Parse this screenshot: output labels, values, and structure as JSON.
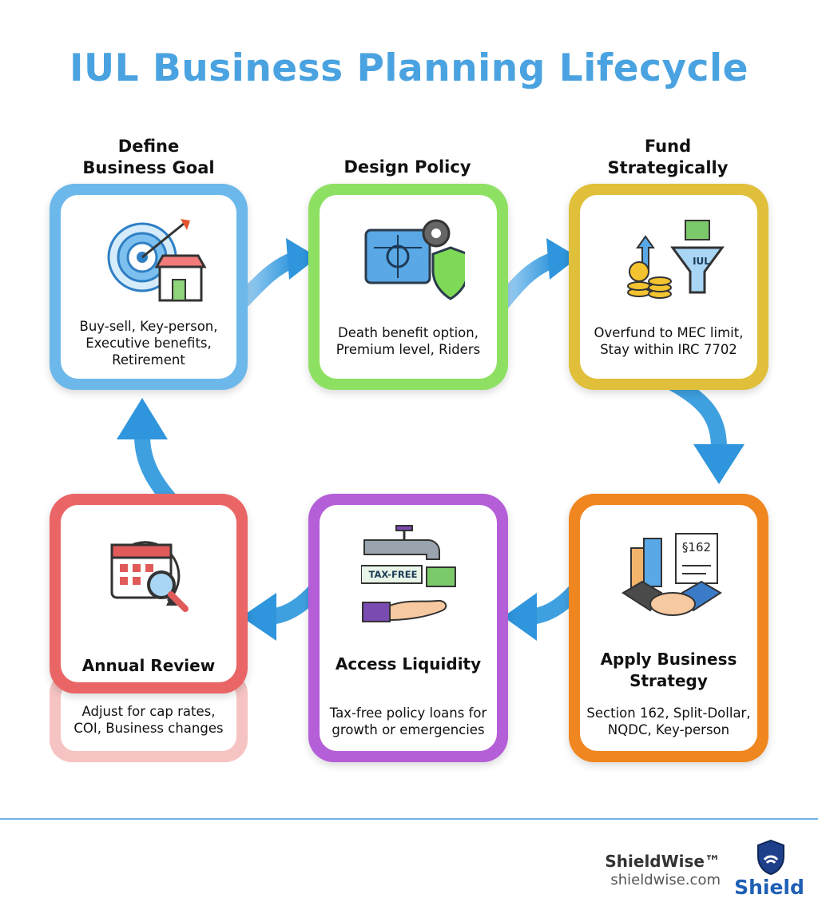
{
  "title": "IUL Business Planning Lifecycle",
  "steps": [
    {
      "label": "Define\nBusiness Goal",
      "desc": "Buy-sell, Key-person,\nExecutive benefits,\nRetirement",
      "color": "#6db8ea"
    },
    {
      "label": "Design Policy",
      "desc": "Death benefit option,\nPremium level, Riders",
      "color": "#8ee062"
    },
    {
      "label": "Fund\nStrategically",
      "desc": "Overfund to MEC limit,\nStay within IRC 7702",
      "color": "#e0bf3a",
      "icon_text": "IUL"
    },
    {
      "label": "Apply Business\nStrategy",
      "desc": "Section 162, Split-Dollar,\nNQDC, Key-person",
      "color": "#f0861f",
      "icon_text": "§162"
    },
    {
      "label": "Access Liquidity",
      "desc": "Tax-free policy loans for\ngrowth or emergencies",
      "color": "#b45ed8",
      "icon_text": "TAX-FREE"
    },
    {
      "label": "Annual Review",
      "desc": "Adjust for cap rates,\nCOI, Business changes",
      "color": "#ea6666"
    }
  ],
  "arrow_color": "#3fa0e0",
  "brand": {
    "name": "ShieldWise™",
    "url": "shieldwise.com",
    "logo_text": "Shield"
  }
}
